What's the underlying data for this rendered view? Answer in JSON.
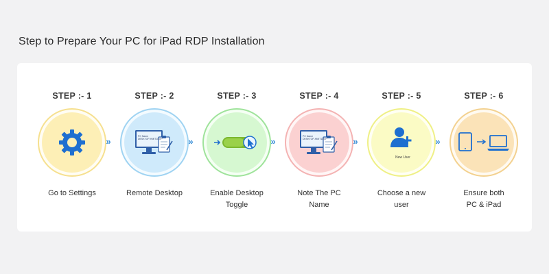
{
  "title": "Step to Prepare Your PC for iPad RDP Installation",
  "steps": [
    {
      "label": "STEP :- 1",
      "desc_lines": [
        "Go to Settings"
      ],
      "icon": "gear-icon",
      "color": "#f6e08f"
    },
    {
      "label": "STEP :- 2",
      "desc_lines": [
        "Remote Desktop"
      ],
      "icon": "monitor-icon",
      "color": "#9fd3f2",
      "icon_text": [
        "PC Name",
        "DESKTOP-HMIT1DXP"
      ]
    },
    {
      "label": "STEP :- 3",
      "desc_lines": [
        "Enable Desktop",
        "Toggle"
      ],
      "icon": "toggle-icon",
      "color": "#9fe39b"
    },
    {
      "label": "STEP :- 4",
      "desc_lines": [
        "Note The PC",
        "Name"
      ],
      "icon": "monitor-icon",
      "color": "#f4b3b3",
      "icon_text": [
        "PC Name",
        "DESKTOP-HMIT1DXP"
      ]
    },
    {
      "label": "STEP :- 5",
      "desc_lines": [
        "Choose a new",
        "user"
      ],
      "icon": "add-user-icon",
      "color": "#eff086",
      "icon_text": [
        "New User"
      ]
    },
    {
      "label": "STEP :- 6",
      "desc_lines": [
        "Ensure both",
        "PC & iPad"
      ],
      "icon": "tablet-to-laptop-icon",
      "color": "#f3d18f"
    }
  ],
  "arrow_glyph": "»",
  "accent": "#1e88e5"
}
